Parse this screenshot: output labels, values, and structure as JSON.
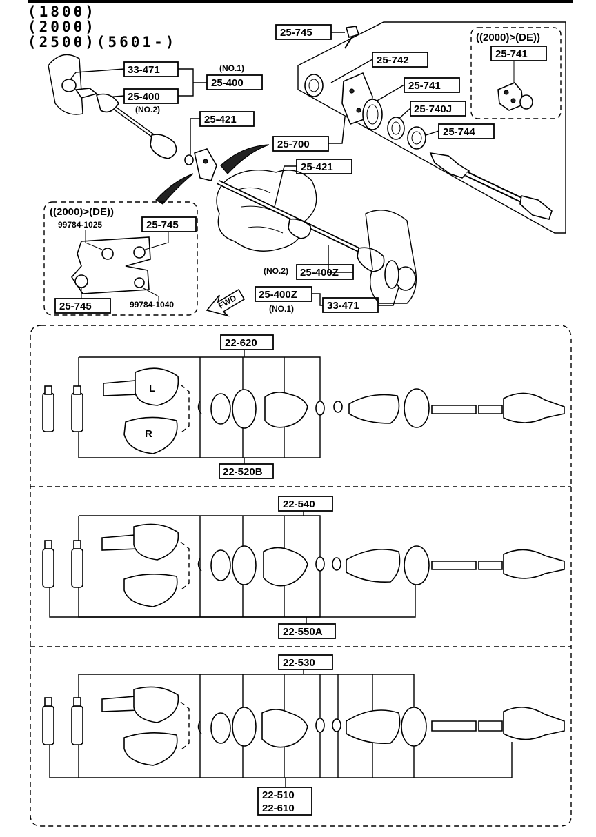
{
  "header": {
    "line1": "(1800)",
    "line2": "(2000)",
    "line3": "(2500)(5601-)"
  },
  "top_diagram": {
    "labels": {
      "l_25_745_top": "25-745",
      "l_33_471_top": "33-471",
      "l_no1_top": "(NO.1)",
      "l_25_400_no1": "25-400",
      "l_25_400_no2": "25-400",
      "l_no2_top": "(NO.2)",
      "l_25_421_a": "25-421",
      "l_25_742": "25-742",
      "l_25_741": "25-741",
      "l_25_740j": "25-740J",
      "l_25_744": "25-744",
      "l_25_700": "25-700",
      "l_25_421_b": "25-421",
      "l_no2_bottom": "(NO.2)",
      "l_25_400z_no2": "25-400Z",
      "l_25_400z_no1": "25-400Z",
      "l_no1_bottom": "(NO.1)",
      "l_33_471_bottom": "33-471"
    },
    "inset_right": {
      "title": "((2000)>(DE))",
      "part": "25-741"
    },
    "inset_left": {
      "title": "((2000)>(DE))",
      "bolt_a": "99784-1025",
      "part_a": "25-745",
      "part_b": "25-745",
      "bolt_b": "99784-1040"
    },
    "fwd_arrow": "FWD"
  },
  "kits": [
    {
      "top_label": "22-620",
      "bottom_label": "22-520B",
      "joint_marks": [
        "L",
        "R"
      ]
    },
    {
      "top_label": "22-540",
      "bottom_label": "22-550A"
    },
    {
      "top_label": "22-530",
      "bottom_label_1": "22-510",
      "bottom_label_2": "22-610"
    }
  ]
}
